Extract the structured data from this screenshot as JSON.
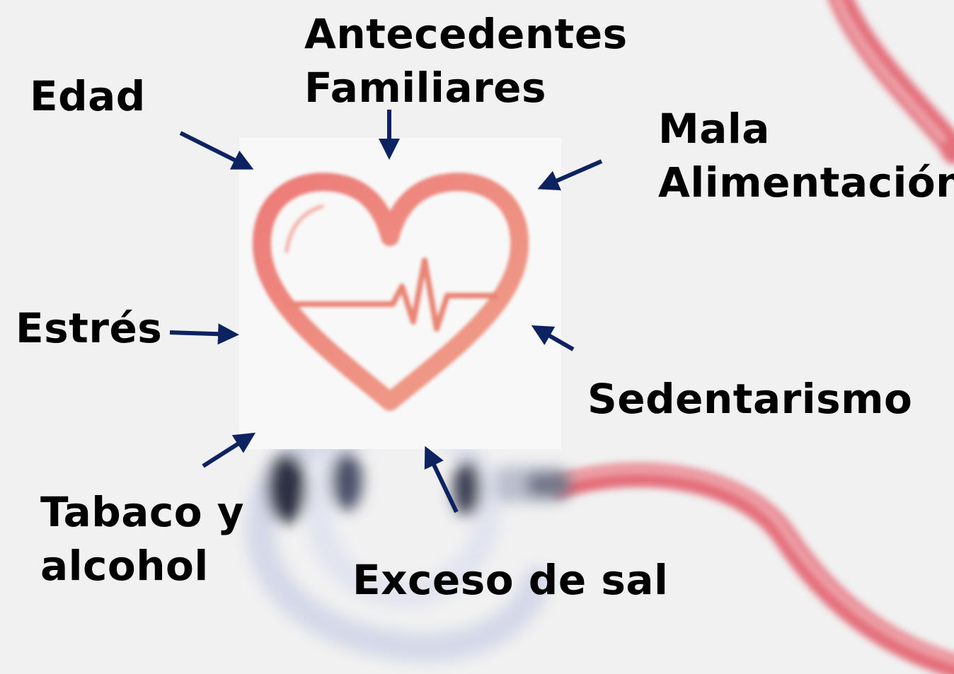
{
  "factors": {
    "edad": "Edad",
    "antecedentes_line1": "Antecedentes",
    "antecedentes_line2": "Familiares",
    "mala_line1": "Mala",
    "mala_line2": "Alimentación",
    "estres": "Estrés",
    "sedentarismo": "Sedentarismo",
    "tabaco_line1": "Tabaco y",
    "tabaco_line2": "alcohol",
    "sal": "Exceso de sal"
  },
  "colors": {
    "background": "#f1f1f1",
    "arrow": "#0d2260",
    "heart": "#e8847a",
    "tube": "#e4707c",
    "stethoscope_metal": "#3a3f55"
  },
  "icons": {
    "center": "heart-pulse-icon",
    "background": "stethoscope-icon"
  }
}
